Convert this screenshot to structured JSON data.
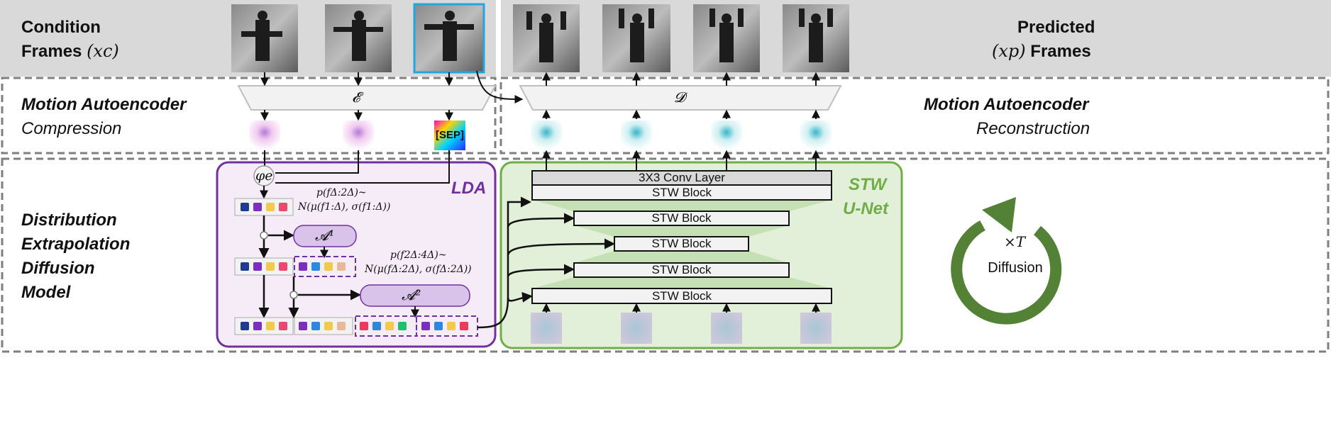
{
  "labels": {
    "condition_frames_line1": "Condition",
    "condition_frames_line2": "Frames",
    "condition_var": "(xc)",
    "predicted_frames_line1": "Predicted",
    "predicted_var": "(xp)",
    "predicted_frames_line2": "Frames",
    "mae_left_title": "Motion Autoencoder",
    "mae_left_sub": "Compression",
    "mae_right_title": "Motion Autoencoder",
    "mae_right_sub": "Reconstruction",
    "dedm_1": "Distribution",
    "dedm_2": "Extrapolation",
    "dedm_3": "Diffusion",
    "dedm_4": "Model",
    "encoder": "𝓔",
    "decoder": "𝓓",
    "sep": "[SEP]",
    "phi": "φe",
    "lda": "LDA",
    "stw_1": "STW",
    "stw_2": "U-Net",
    "attn1": "𝓐¹",
    "attn2": "𝓐²",
    "formula1_a": "p(fΔ:2Δ)~",
    "formula1_b": "N(μ(f1:Δ), σ(f1:Δ))",
    "formula2_a": "p(f2Δ:4Δ)~",
    "formula2_b": "N(μ(fΔ:2Δ), σ(fΔ:2Δ))",
    "conv_layer": "3X3 Conv Layer",
    "stw_block": "STW Block",
    "times_t": "×T",
    "diffusion": "Diffusion"
  },
  "colors": {
    "top_band": "#d9d9d9",
    "lda_border": "#7030a0",
    "lda_fill": "#f6ecf8",
    "stw_border": "#70ad47",
    "stw_fill": "#e2efd9",
    "attn_fill": "#d9c3ea",
    "cycle_arrow": "#538135",
    "frame_highlight": "#1ea7e1"
  },
  "token_colors": [
    "#1f3a93",
    "#7b2fbf",
    "#f2c94c",
    "#e84a6f",
    "#2e86de",
    "#6ab04c",
    "#eb3b5a",
    "#20bf6b"
  ]
}
